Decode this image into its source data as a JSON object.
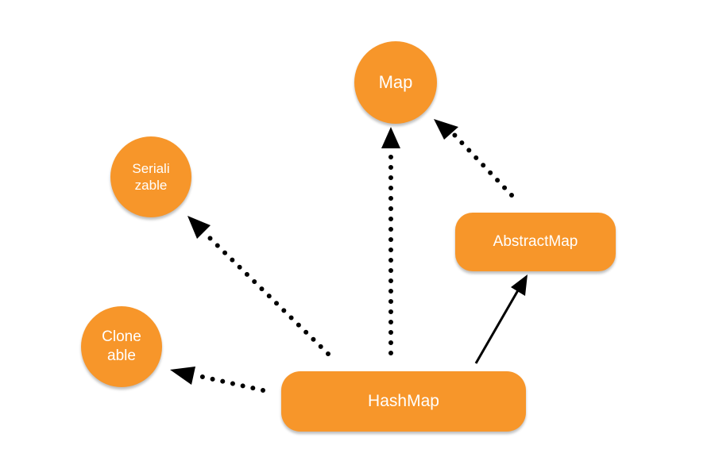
{
  "diagram": {
    "nodes": {
      "map": {
        "label": "Map"
      },
      "serializable": {
        "label": "Seriali\nzable"
      },
      "cloneable": {
        "label": "Clone\nable"
      },
      "abstractmap": {
        "label": "AbstractMap"
      },
      "hashmap": {
        "label": "HashMap"
      }
    },
    "edges": [
      {
        "from": "HashMap",
        "to": "Map",
        "style": "dotted"
      },
      {
        "from": "HashMap",
        "to": "Serializable",
        "style": "dotted"
      },
      {
        "from": "HashMap",
        "to": "Cloneable",
        "style": "dotted"
      },
      {
        "from": "HashMap",
        "to": "AbstractMap",
        "style": "solid"
      },
      {
        "from": "AbstractMap",
        "to": "Map",
        "style": "dotted"
      }
    ],
    "colors": {
      "node_fill": "#f7962a",
      "node_text": "#ffffff",
      "arrow": "#000000"
    }
  }
}
